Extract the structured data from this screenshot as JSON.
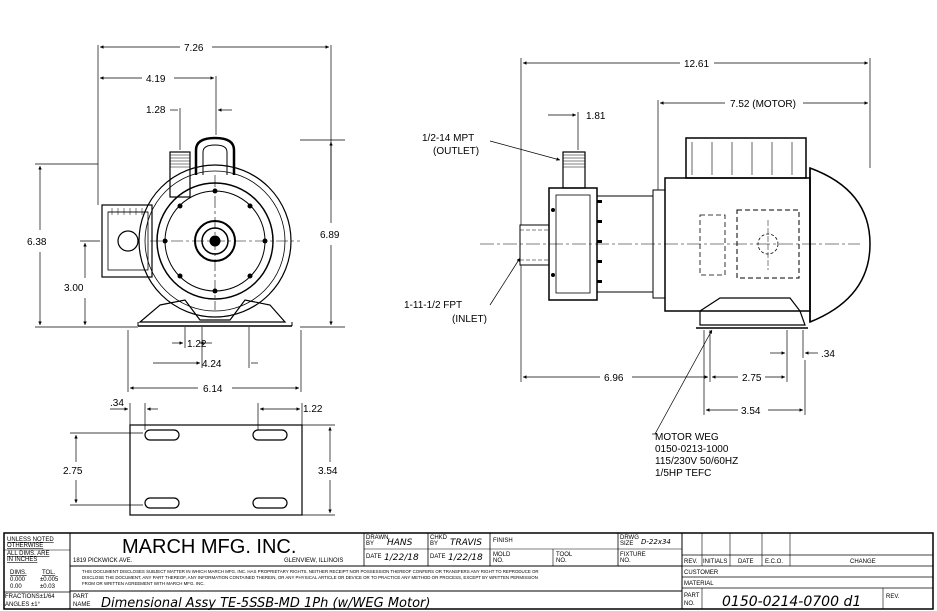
{
  "front_view": {
    "dims": {
      "overall_width": "7.26",
      "to_outlet": "4.19",
      "outlet_offset": "1.28",
      "height_left": "6.38",
      "height_right": "6.89",
      "center_height": "3.00",
      "foot_1": "1.22",
      "foot_2": "4.24",
      "base_width": "6.14"
    }
  },
  "side_view": {
    "dims": {
      "overall_length": "12.61",
      "motor_length": "7.52 (MOTOR)",
      "outlet_offset": "1.81",
      "slot": ".34",
      "to_foot": "6.96",
      "foot_spacing": "2.75",
      "base_length": "3.54"
    },
    "outlet_label": [
      "1/2-14 MPT",
      "(OUTLET)"
    ],
    "inlet_label": [
      "1-11-1/2 FPT",
      "(INLET)"
    ],
    "motor_note": [
      "MOTOR WEG",
      "0150-0213-1000",
      "115/230V 50/60HZ",
      "1/5HP TEFC"
    ]
  },
  "base_view": {
    "dims": {
      "slot": ".34",
      "slot_edge": "1.22",
      "width_left": "2.75",
      "width_right": "3.54"
    }
  },
  "title_block": {
    "unless_noted": [
      "UNLESS NOTED",
      "OTHERWISE",
      "ALL DIMS. ARE",
      "IN INCHES"
    ],
    "tolerances": {
      "header": [
        "DIMS.",
        "TOL."
      ],
      "rows": [
        [
          "0.000",
          "±0.005"
        ],
        [
          "0.00",
          "±0.03"
        ]
      ],
      "fractions": "FRACTIONS±1/64",
      "angles": "ANGLES  ±1°"
    },
    "company": "MARCH MFG. INC.",
    "address": "1819 PICKWICK AVE.",
    "city": "GLENVIEW, ILLINOIS",
    "drawn_by_label": [
      "DRAWN",
      "BY"
    ],
    "drawn_by": "HANS",
    "chkd_by_label": [
      "CHKD",
      "BY"
    ],
    "chkd_by": "TRAVIS",
    "date_label": "DATE",
    "drawn_date": "1/22/18",
    "chkd_date": "1/22/18",
    "finish_label": "FINISH",
    "mold_label": [
      "MOLD",
      "NO."
    ],
    "tool_label": [
      "TOOL",
      "NO."
    ],
    "drwg_size_label": [
      "DRWG",
      "SIZE"
    ],
    "drwg_size": "D-22x34",
    "fixture_label": [
      "FIXTURE",
      "NO."
    ],
    "disclaimer": [
      "THIS DOCUMENT DISCLOSES SUBJECT MATTER IN WHICH MARCH MFG. INC. HAS PROPRIETARY RIGHTS. NEITHER RECEIPT NOR POSSESSION THEREOF CONFERS OR TRANSFERS ANY RIGHT TO REPRODUCE OR",
      "DISCLOSE THE DOCUMENT, ANY PART THEREOF, ANY INFORMATION CONTAINED THEREIN, OR ANY PHYSICAL ARTICLE OR DEVICE OR TO PRACTICE ANY METHOD OR PROCESS, EXCEPT BY WRITTEN PERMISSION",
      "FROM OR WRITTEN AGREEMENT WITH MARCH MFG. INC."
    ],
    "part_name_label": [
      "PART",
      "NAME"
    ],
    "part_name": "Dimensional Assy TE-5SSB-MD 1Ph (w/WEG Motor)",
    "rev_headers": [
      "REV.",
      "INITIALS",
      "DATE",
      "E.C.O.",
      "CHANGE"
    ],
    "customer_label": "CUSTOMER",
    "material_label": "MATERIAL",
    "part_no_label": [
      "PART",
      "NO."
    ],
    "part_no": "0150-0214-0700 d1",
    "rev_label": "REV."
  }
}
